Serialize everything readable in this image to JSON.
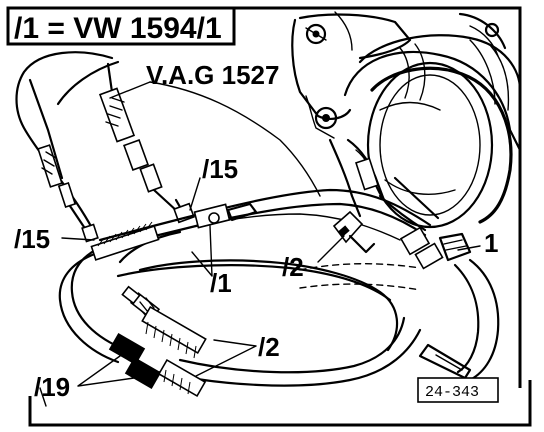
{
  "diagram": {
    "header_label": "/1 = VW 1594/1",
    "tool_label": "V.A.G 1527",
    "callouts": {
      "c15_top": "/15",
      "c15_left": "/15",
      "c1_middle": "/1",
      "c2_middle": "/2",
      "c1_right": "1",
      "c2_bottom": "/2",
      "c19": "/19"
    },
    "figure_ref": "24-343"
  }
}
